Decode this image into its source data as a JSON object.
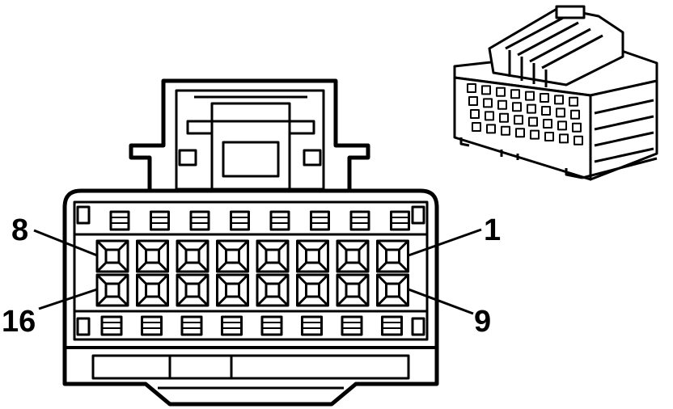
{
  "diagram": {
    "colors": {
      "ink": "#000000",
      "paper": "#ffffff"
    },
    "front_view": {
      "cavity_rows": 2,
      "cavities_per_row": 8,
      "top_latch_count": 8,
      "bottom_latch_count": 8
    },
    "pin_labels": [
      {
        "text": "8",
        "points_to": "top-row-left-end"
      },
      {
        "text": "16",
        "points_to": "bottom-row-left-end"
      },
      {
        "text": "1",
        "points_to": "top-row-right-end"
      },
      {
        "text": "9",
        "points_to": "bottom-row-right-end"
      }
    ],
    "inset": {
      "icon": "connector-isometric-icon"
    }
  }
}
